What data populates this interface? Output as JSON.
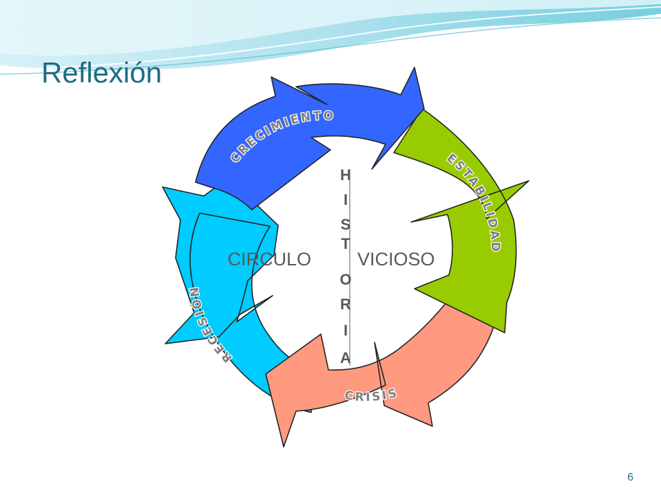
{
  "slide": {
    "title": "Reflexión",
    "page_number": "6"
  },
  "diagram": {
    "segments": [
      {
        "label": "CRECIMIENTO",
        "color": "#3366ff"
      },
      {
        "label": "ESTABILIDAD",
        "color": "#99cc00"
      },
      {
        "label": "CRISIS",
        "color": "#ff9980"
      },
      {
        "label": "RECESIÓN",
        "color": "#00ccff"
      }
    ],
    "center": {
      "left_word": "CIRCULO",
      "right_word": "VICIOSO",
      "vertical_word": "HISTORIA",
      "vertical_letters": [
        "H",
        "I",
        "S",
        "T",
        "O",
        "R",
        "I",
        "A"
      ]
    }
  }
}
